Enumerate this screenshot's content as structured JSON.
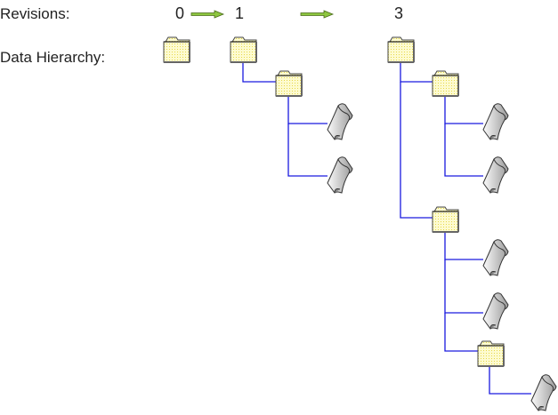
{
  "labels": {
    "revisions": "Revisions:",
    "hierarchy": "Data Hierarchy:"
  },
  "revisions": [
    {
      "id": "0",
      "label": "0"
    },
    {
      "id": "1",
      "label": "1"
    },
    {
      "id": "3",
      "label": "3"
    }
  ],
  "arrows": [
    {
      "from": "0",
      "to": "1"
    },
    {
      "from": "1",
      "to": "3"
    }
  ],
  "trees": {
    "rev0": {
      "type": "folder",
      "children": []
    },
    "rev1": {
      "type": "folder",
      "children": [
        {
          "type": "folder",
          "children": [
            {
              "type": "document"
            },
            {
              "type": "document"
            }
          ]
        }
      ]
    },
    "rev3": {
      "type": "folder",
      "children": [
        {
          "type": "folder",
          "children": [
            {
              "type": "document"
            },
            {
              "type": "document"
            }
          ]
        },
        {
          "type": "folder",
          "children": [
            {
              "type": "document"
            },
            {
              "type": "document"
            },
            {
              "type": "folder",
              "children": [
                {
                  "type": "document"
                }
              ]
            }
          ]
        }
      ]
    }
  },
  "colors": {
    "connector": "#1a1adf",
    "folder_fill": "#fbf7a8",
    "arrow_fill": "#8dc63f"
  }
}
